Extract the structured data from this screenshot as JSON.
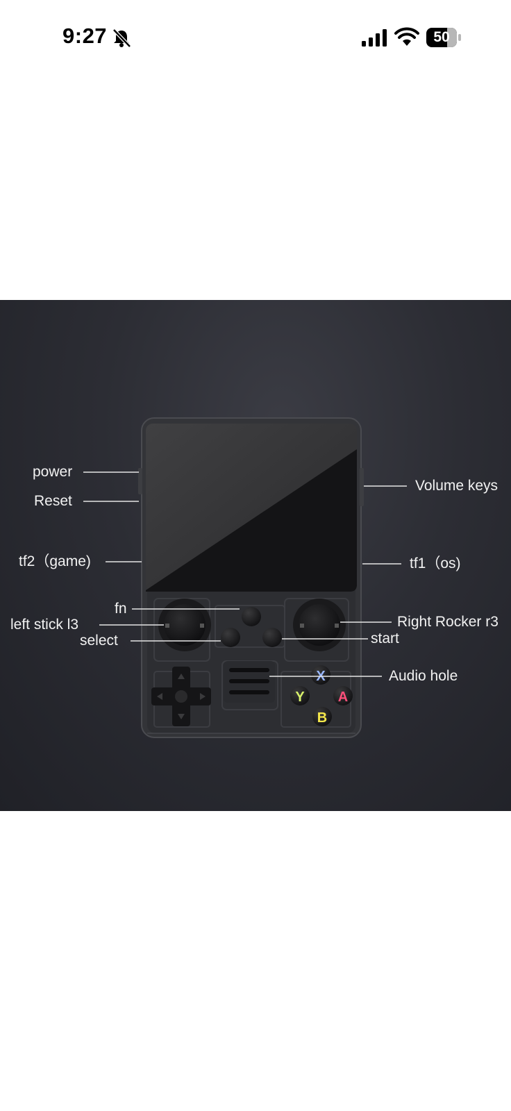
{
  "status_bar": {
    "time": "9:27",
    "battery_level": "50",
    "icons": [
      "bell-slash-icon",
      "cellular-signal-icon",
      "wifi-icon",
      "battery-icon"
    ]
  },
  "product": {
    "labels": {
      "power": "power",
      "reset": "Reset",
      "tf2": "tf2（game)",
      "fn": "fn",
      "left_stick": "left stick l3",
      "select": "select",
      "volume": "Volume keys",
      "tf1": "tf1（os)",
      "right_rocker": "Right Rocker r3",
      "start": "start",
      "audio": "Audio hole"
    },
    "buttons": {
      "x": "X",
      "y": "Y",
      "a": "A",
      "b": "B"
    },
    "colors": {
      "x": "#9ab8ff",
      "y": "#d7f06a",
      "a": "#ff4f7a",
      "b": "#f5e84a"
    }
  }
}
